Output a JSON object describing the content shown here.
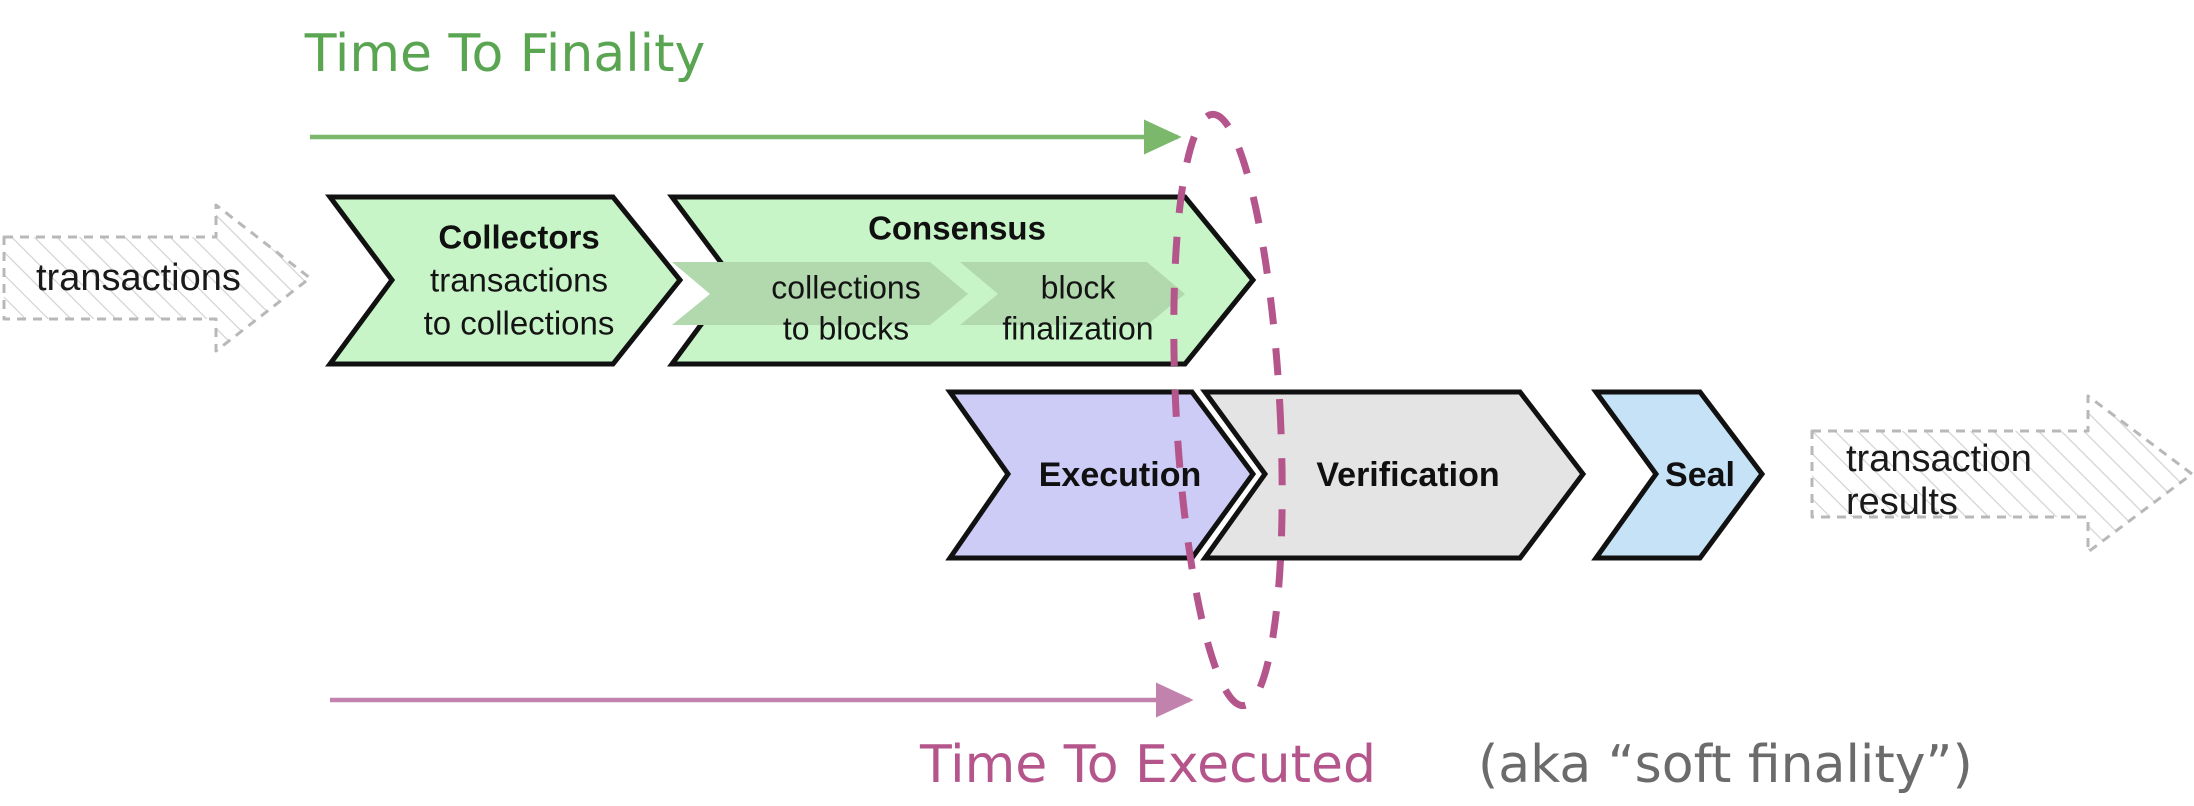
{
  "diagram": {
    "title_top": "Time To Finality",
    "title_bottom_main": "Time To Executed",
    "title_bottom_sub": "(aka “soft finality”)",
    "input_label_line1": "transactions",
    "output_label_line1": "transaction",
    "output_label_line2": "results",
    "colors": {
      "green_text": "#5aa552",
      "green_fill": "#c8f5c8",
      "green_sub_fill": "#b2d8ae",
      "green_arrow": "#7cb86b",
      "mauve": "#b4558b",
      "mauve_arrow": "#c183ad",
      "execution_fill": "#ccccf7",
      "verification_fill": "#e4e4e4",
      "seal_fill": "#c6e2f7",
      "ghost_stroke": "#b8b8b8",
      "outline": "#111111",
      "subtitle_gray": "#6b6b6b"
    },
    "stages_top": [
      {
        "name": "collectors",
        "title": "Collectors",
        "desc_line1": "transactions",
        "desc_line2": "to collections"
      },
      {
        "name": "consensus",
        "title": "Consensus",
        "substages": [
          {
            "name": "collections-to-blocks",
            "line1": "collections",
            "line2": "to blocks"
          },
          {
            "name": "block-finalization",
            "line1": "block",
            "line2": "finalization"
          }
        ]
      }
    ],
    "stages_bottom": [
      {
        "name": "execution",
        "title": "Execution"
      },
      {
        "name": "verification",
        "title": "Verification"
      },
      {
        "name": "seal",
        "title": "Seal"
      }
    ]
  }
}
